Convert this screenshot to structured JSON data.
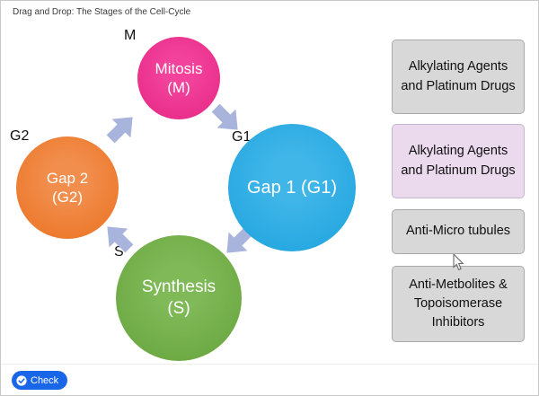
{
  "header": {
    "title": "Drag and Drop: The Stages of the Cell-Cycle"
  },
  "diagram": {
    "stages": {
      "mitosis": {
        "outer_label": "M",
        "line1": "Mitosis",
        "line2": "(M)",
        "color": "#E92A8C"
      },
      "gap1": {
        "outer_label": "G1",
        "line1": "Gap 1 (G1)",
        "line2": "",
        "color": "#29ABE2"
      },
      "synthesis": {
        "outer_label": "S",
        "line1": "Synthesis",
        "line2": "(S)",
        "color": "#70AD47"
      },
      "gap2": {
        "outer_label": "G2",
        "line1": "Gap 2",
        "line2": "(G2)",
        "color": "#ED7C31"
      }
    },
    "arrow_color": "#A9B4DC"
  },
  "answers": [
    {
      "label": "Alkylating Agents and Platinum Drugs",
      "bg": "#D8D8D8",
      "highlighted": false
    },
    {
      "label": "Alkylating Agents and Platinum Drugs",
      "bg": "#EBDAEE",
      "highlighted": true
    },
    {
      "label": "Anti-Micro tubules",
      "bg": "#D8D8D8",
      "highlighted": false
    },
    {
      "label": "Anti-Metbolites & Topoisomerase Inhibitors",
      "bg": "#D8D8D8",
      "highlighted": false
    }
  ],
  "footer": {
    "check_label": "Check"
  },
  "icons": {
    "check_circle": "check-circle-icon",
    "cycle_arrow": "cycle-arrow-icon",
    "cursor": "mouse-cursor-icon"
  },
  "colors": {
    "check_button_bg": "#1966E8",
    "page_border": "#C9C9C9"
  }
}
